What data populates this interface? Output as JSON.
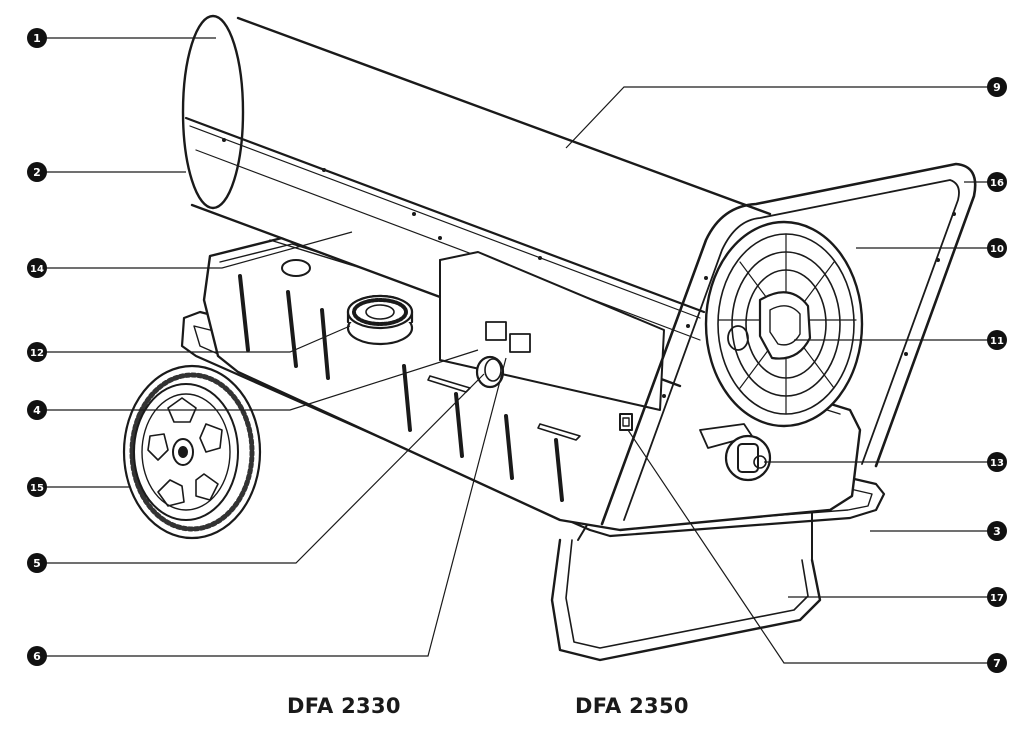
{
  "models": [
    "DFA 2330",
    "DFA 2350"
  ],
  "callouts": [
    {
      "number": "1"
    },
    {
      "number": "2"
    },
    {
      "number": "14"
    },
    {
      "number": "12"
    },
    {
      "number": "4"
    },
    {
      "number": "15"
    },
    {
      "number": "5"
    },
    {
      "number": "6"
    },
    {
      "number": "9"
    },
    {
      "number": "16"
    },
    {
      "number": "10"
    },
    {
      "number": "11"
    },
    {
      "number": "13"
    },
    {
      "number": "3"
    },
    {
      "number": "17"
    },
    {
      "number": "7"
    }
  ]
}
